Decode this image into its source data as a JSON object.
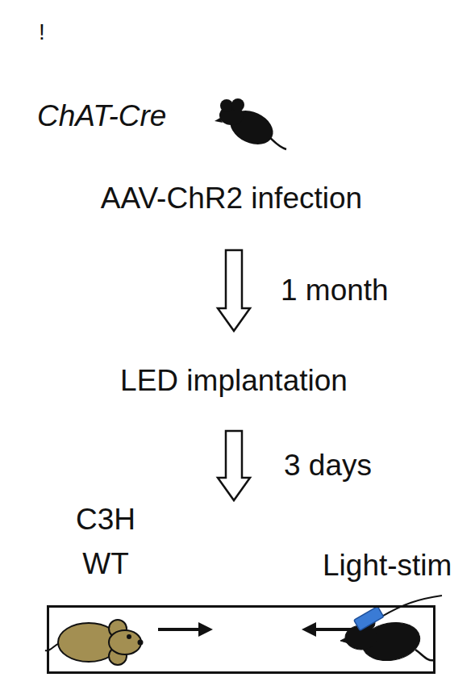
{
  "diagram": {
    "nodes": [
      {
        "text": [
          "ChAT-Cre",
          "AAV-ChR2 infection"
        ]
      },
      {
        "text": [
          "LED implantation"
        ]
      },
      {
        "text": [
          "C3H WT",
          "Light-stim"
        ]
      }
    ],
    "edges": [
      {
        "from": 0,
        "to": 1,
        "arrow": "to",
        "label": "1 month"
      },
      {
        "from": 1,
        "to": 2,
        "arrow": "to",
        "label": "3 days"
      }
    ],
    "labels": [
      "!"
    ]
  }
}
